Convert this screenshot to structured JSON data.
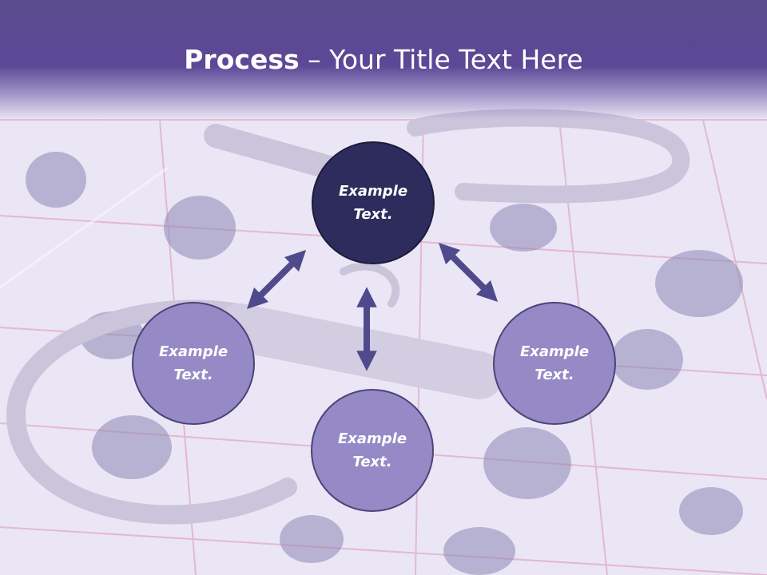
{
  "slide": {
    "title_bold": "Process",
    "title_rest": " – Your Title Text Here"
  },
  "nodes": [
    {
      "label": "Example\nText.",
      "style": "dark"
    },
    {
      "label": "Example\nText.",
      "style": "light"
    },
    {
      "label": "Example\nText.",
      "style": "light"
    },
    {
      "label": "Example\nText.",
      "style": "light"
    }
  ],
  "colors": {
    "header": "#5c4896",
    "node_dark": "#2e2c5c",
    "node_light": "#968ac6",
    "arrow": "#4e4a8c"
  }
}
